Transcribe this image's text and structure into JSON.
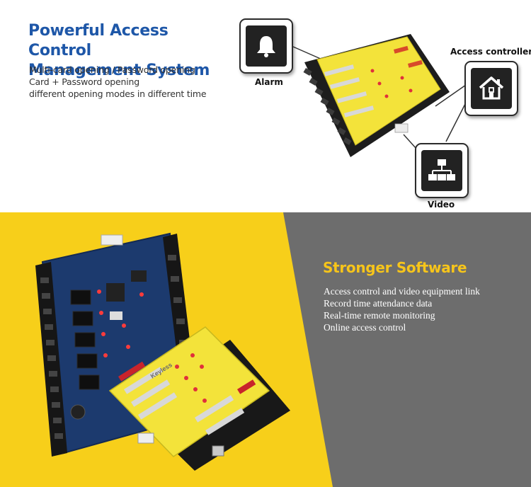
{
  "top": {
    "title_line1": "Powerful Access Control",
    "title_line2": "Management System",
    "lines": [
      "Multi-card opening / Password opening",
      "Card + Password opening",
      "different opening modes in different time"
    ]
  },
  "features": [
    {
      "label": "Alarm",
      "icon": "bell-icon"
    },
    {
      "label": "Access controller",
      "icon": "house-icon"
    },
    {
      "label": "Video",
      "icon": "network-icon"
    }
  ],
  "bottom": {
    "title": "Stronger Software",
    "lines": [
      "Access control and video equipment link",
      "Record time attendance data",
      "Real-time remote monitoring",
      "Online access control"
    ]
  },
  "board_brand": "Keyless",
  "colors": {
    "title_blue": "#1e57a8",
    "accent_yellow": "#f7cf1a",
    "panel_gray": "#6d6d6d",
    "board_yellow": "#f3e33a",
    "board_blue": "#1c3a6e"
  }
}
